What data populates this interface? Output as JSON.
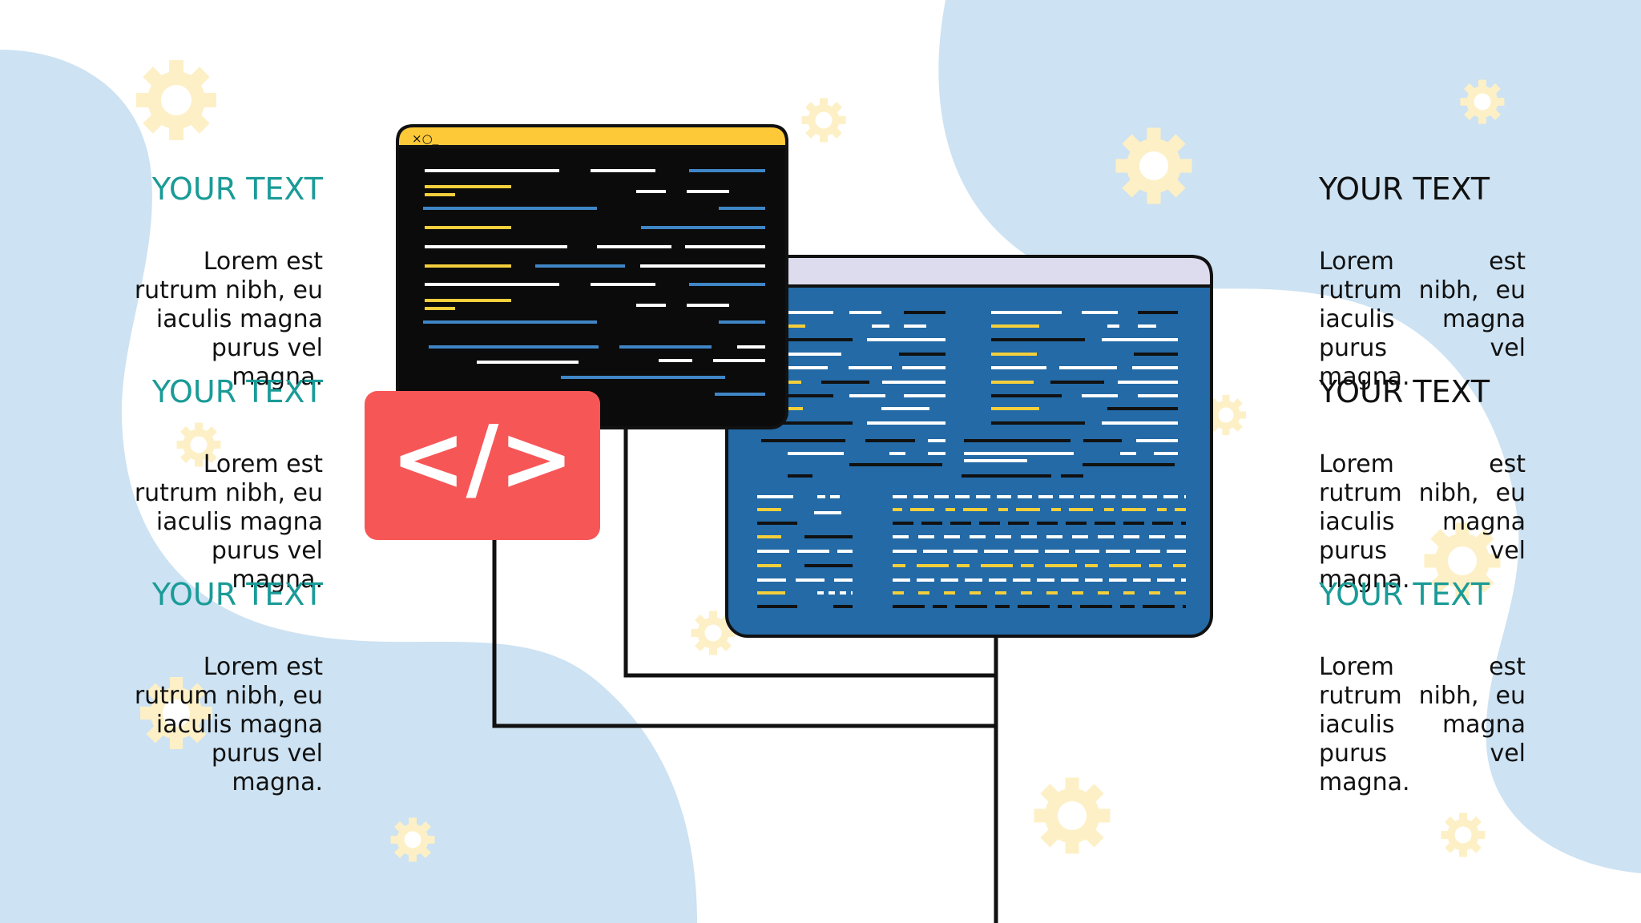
{
  "colors": {
    "teal_heading": "#1a9b97",
    "dark_heading": "#111111",
    "blob": "#cde2f2",
    "gear": "#fdf0c6",
    "terminal_bg": "#0b0b0b",
    "terminal_bar": "#fdc939",
    "editor_bg": "#236aa6",
    "editor_bar": "#dcdcee",
    "tag_badge": "#f75657",
    "code_yellow": "#f4cf3c",
    "code_blue": "#3f86c7"
  },
  "icons": {
    "terminal_controls": "×○_",
    "code_tag": "</>"
  },
  "left_column": [
    {
      "title": "YOUR TEXT",
      "body": "Lorem est rutrum nibh, eu iaculis magna purus vel magna."
    },
    {
      "title": "YOUR TEXT",
      "body": "Lorem est rutrum nibh, eu iaculis magna purus vel magna."
    },
    {
      "title": "YOUR TEXT",
      "body": "Lorem est rutrum nibh, eu iaculis magna purus vel magna."
    }
  ],
  "right_column": [
    {
      "title": "YOUR TEXT",
      "body": "Lorem est rutrum nibh, eu iaculis magna purus vel magna."
    },
    {
      "title": "YOUR TEXT",
      "body": "Lorem est rutrum nibh, eu iaculis magna purus vel magna."
    },
    {
      "title": "YOUR TEXT",
      "body": "Lorem est rutrum nibh, eu iaculis magna purus vel magna."
    }
  ]
}
